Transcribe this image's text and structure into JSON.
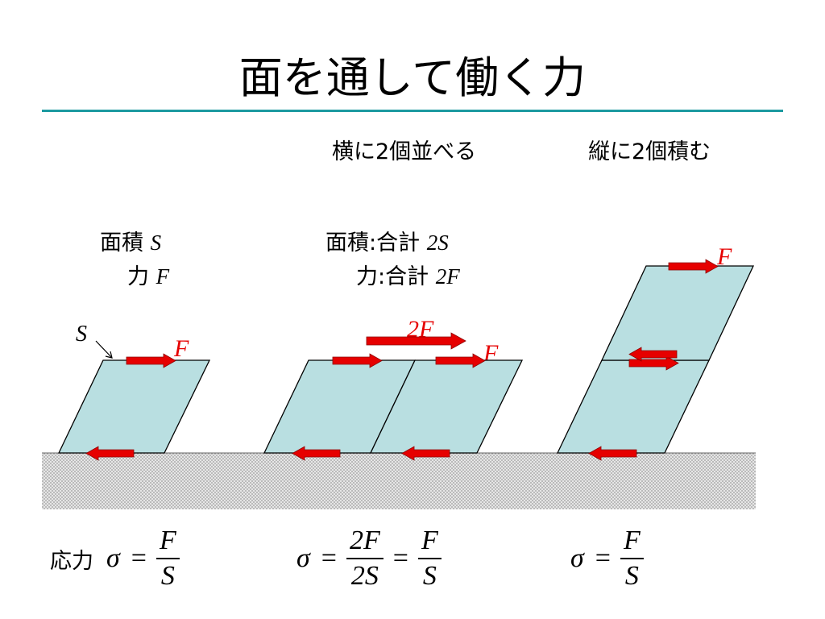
{
  "title": "面を通して働く力",
  "headers": {
    "side_by_side": "横に2個並べる",
    "stacked": "縦に2個積む"
  },
  "single": {
    "area_label": "面積",
    "area_symbol": "S",
    "force_label": "力",
    "force_symbol": "F",
    "surface_label": "S"
  },
  "double": {
    "area_label": "面積:合計",
    "area_value": "2S",
    "force_label": "力:合計",
    "force_value": "2F"
  },
  "force_labels": {
    "single_top": "F",
    "double_total": "2F",
    "double_right": "F",
    "stack_top": "F"
  },
  "equations": {
    "stress_label": "応力",
    "sigma": "σ",
    "equals": "=",
    "eq1": {
      "num": "F",
      "den": "S"
    },
    "eq2a": {
      "num": "2F",
      "den": "2S"
    },
    "eq2b": {
      "num": "F",
      "den": "S"
    },
    "eq3": {
      "num": "F",
      "den": "S"
    }
  },
  "colors": {
    "accent_line": "#1c9aa0",
    "block_fill": "#b9dfe1",
    "arrow": "#e60000",
    "ground": "#d8d8d8"
  }
}
